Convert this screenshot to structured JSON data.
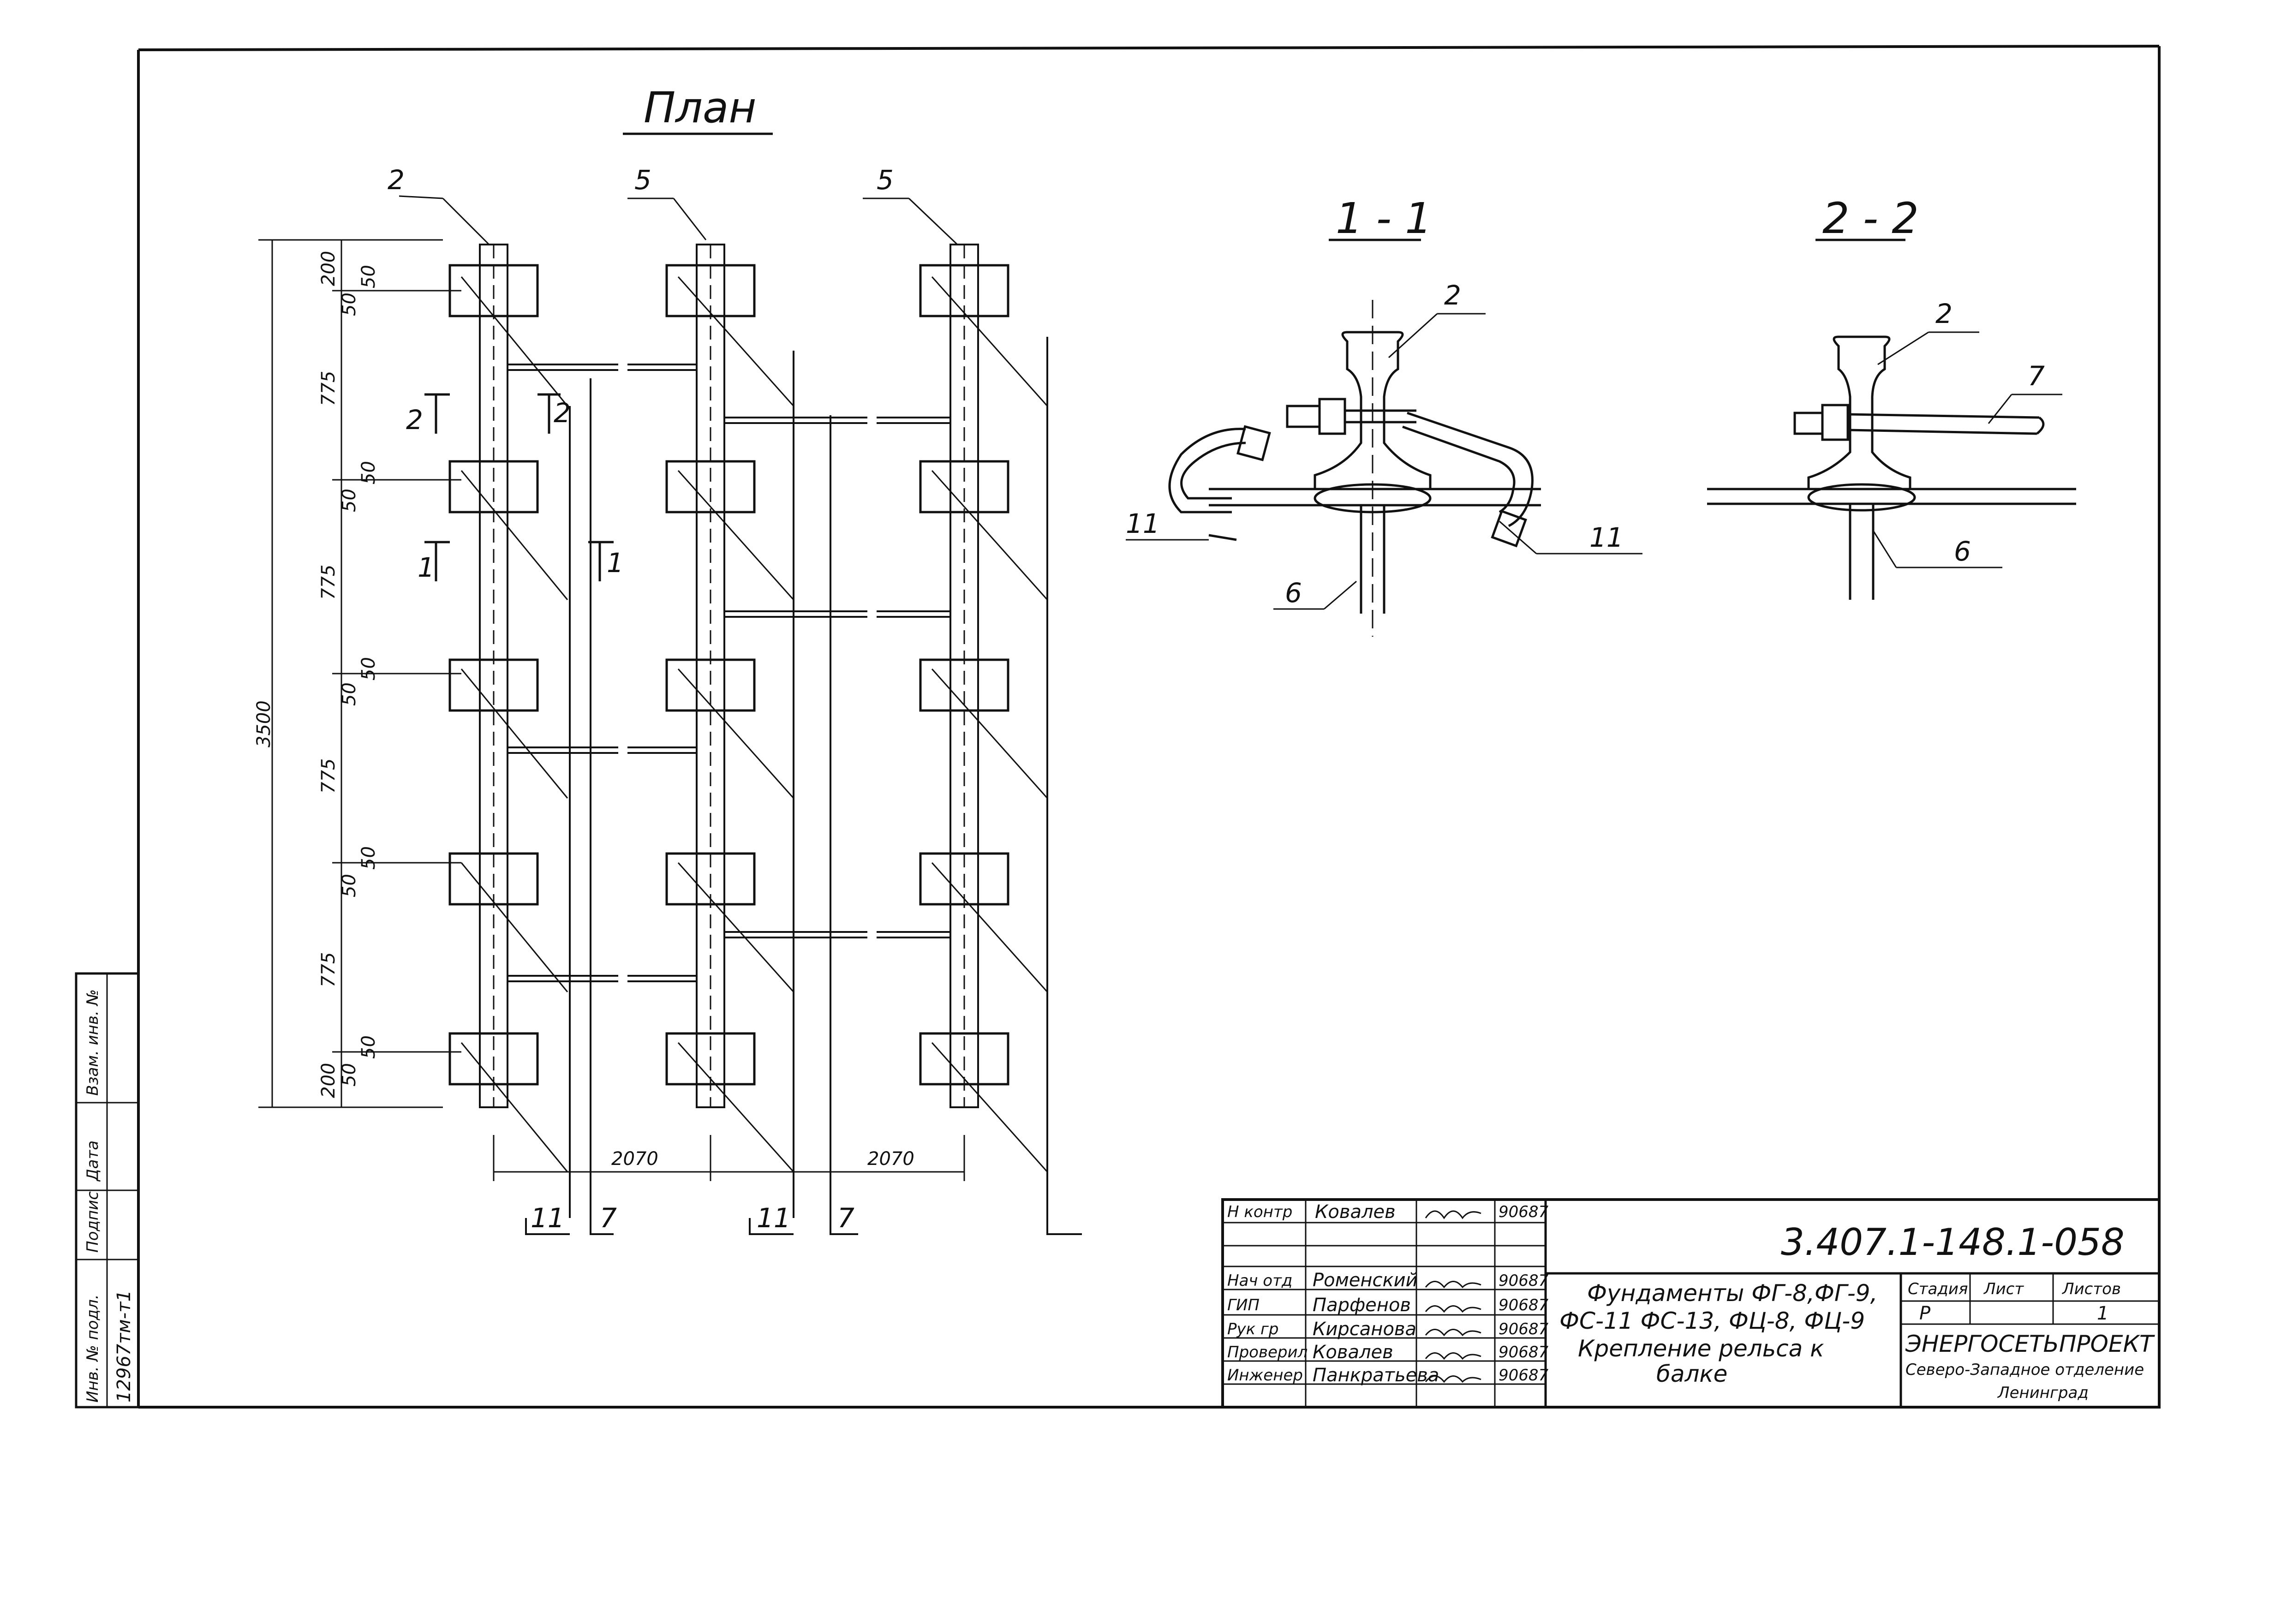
{
  "plan": {
    "title": "План",
    "callouts": [
      "2",
      "5",
      "5"
    ],
    "section_marks": {
      "s2": "2",
      "s1": "1"
    },
    "dims_vertical": {
      "total": "3500",
      "spans": [
        "200",
        "775",
        "775",
        "775",
        "775",
        "200"
      ],
      "pad": "50"
    },
    "dims_horizontal": [
      "2070",
      "2070"
    ],
    "bottom_marks": [
      "11",
      "7",
      "11",
      "7"
    ]
  },
  "section_1_1": {
    "title": "1 - 1",
    "labels": {
      "rail": "2",
      "clip": "11",
      "beam": "6"
    }
  },
  "section_2_2": {
    "title": "2 - 2",
    "labels": {
      "rail": "2",
      "rod": "7",
      "beam": "6"
    }
  },
  "stamp": {
    "side": {
      "inv_podl": "Инв. № подл.",
      "inv_number": "12967тм-т1",
      "podpis": "Подпис",
      "data": "Дата",
      "vzam": "Взам. инв. №"
    },
    "code": "3.407.1-148.1-058",
    "rows": [
      {
        "role": "Н контр",
        "name": "Ковалев",
        "sig": "~",
        "date": "90687"
      },
      {
        "role": "",
        "name": "",
        "sig": "",
        "date": ""
      },
      {
        "role": "Нач отд",
        "name": "Роменский",
        "sig": "~",
        "date": "90687"
      },
      {
        "role": "ГИП",
        "name": "Парфенов",
        "sig": "~",
        "date": "90687"
      },
      {
        "role": "Рук гр",
        "name": "Кирсанова",
        "sig": "~",
        "date": "90687"
      },
      {
        "role": "Проверил",
        "name": "Ковалев",
        "sig": "~",
        "date": "90687"
      },
      {
        "role": "Инженер",
        "name": "Панкратьева",
        "sig": "~",
        "date": "90687"
      }
    ],
    "description": [
      "Фундаменты ФГ-8,ФГ-9,",
      "ФС-11  ФС-13, ФЦ-8, ФЦ-9",
      "Крепление рельса к",
      "балке"
    ],
    "stage_header": "Стадия",
    "sheet_header": "Лист",
    "sheets_header": "Листов",
    "stage_value": "Р",
    "sheets_value": "1",
    "org_name": "ЭНЕРГОСЕТЬПРОЕКТ",
    "org_branch": "Северо-Западное отделение",
    "org_city": "Ленинград"
  }
}
